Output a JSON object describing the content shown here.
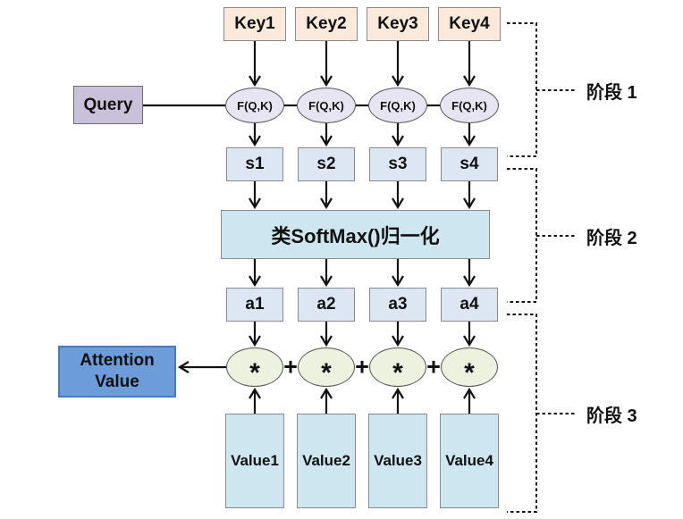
{
  "diagram": {
    "keys": [
      "Key1",
      "Key2",
      "Key3",
      "Key4"
    ],
    "query": "Query",
    "score_fn": "F(Q,K)",
    "scores": [
      "s1",
      "s2",
      "s3",
      "s4"
    ],
    "softmax": "类SoftMax()归一化",
    "weights": [
      "a1",
      "a2",
      "a3",
      "a4"
    ],
    "multiply": "*",
    "plus": "+",
    "attention": "Attention Value",
    "values": [
      "Value1",
      "Value2",
      "Value3",
      "Value4"
    ],
    "stages": [
      "阶段 1",
      "阶段 2",
      "阶段 3"
    ],
    "colors": {
      "key_fill": "#FBEADC",
      "query_fill": "#C9C0D9",
      "fqk_fill": "#E7E5F1",
      "score_fill": "#DDE7F3",
      "softmax_fill": "#CDE6EF",
      "weight_fill": "#DDE7F3",
      "multiply_fill": "#EDF1DF",
      "attention_fill": "#6D9CDB",
      "value_fill": "#CDE6EF",
      "line_color": "#111111"
    }
  }
}
